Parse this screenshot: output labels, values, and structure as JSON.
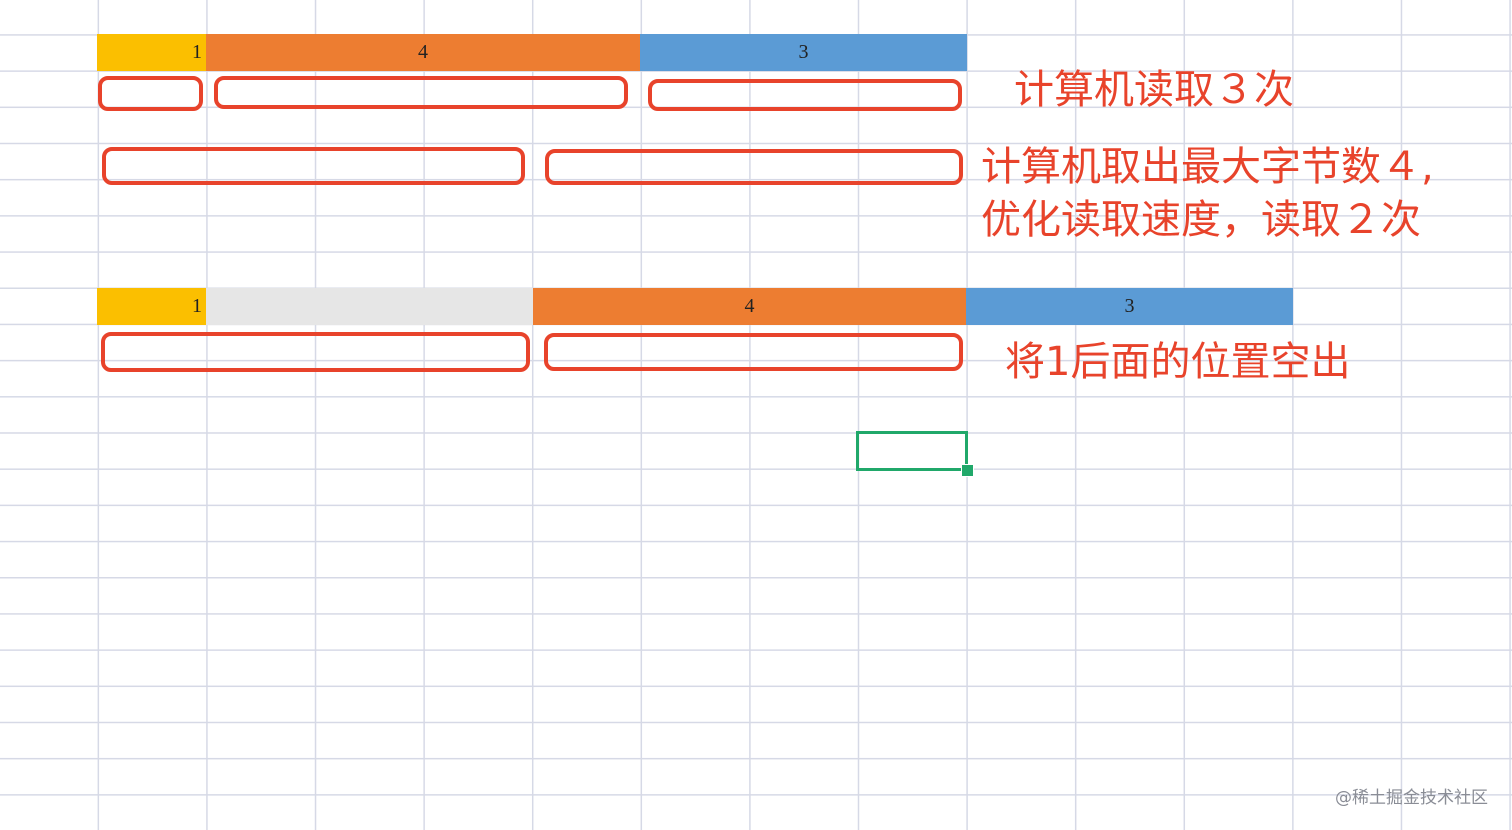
{
  "colors": {
    "byte1": "#fbbf00",
    "byte4": "#ed7d31",
    "byte3": "#5b9bd5",
    "padding": "#e6e6e6",
    "outline": "#e8432b",
    "selection": "#20a86a",
    "grid": "#d6d9e6"
  },
  "row_unaligned": {
    "cells": [
      {
        "label": "1",
        "color": "#fbbf00"
      },
      {
        "label": "4",
        "color": "#ed7d31"
      },
      {
        "label": "3",
        "color": "#5b9bd5"
      }
    ]
  },
  "row_aligned": {
    "cells": [
      {
        "label": "1",
        "color": "#fbbf00"
      },
      {
        "label": "",
        "color": "#e6e6e6"
      },
      {
        "label": "4",
        "color": "#ed7d31"
      },
      {
        "label": "3",
        "color": "#5b9bd5"
      }
    ]
  },
  "notes": {
    "read_three_times": "计算机读取３次",
    "max_bytes_line1": "计算机取出最大字节数４,",
    "max_bytes_line2": "优化读取速度，读取２次",
    "pad_after_one": "将1后面的位置空出"
  },
  "watermark": "@稀土掘金技术社区"
}
